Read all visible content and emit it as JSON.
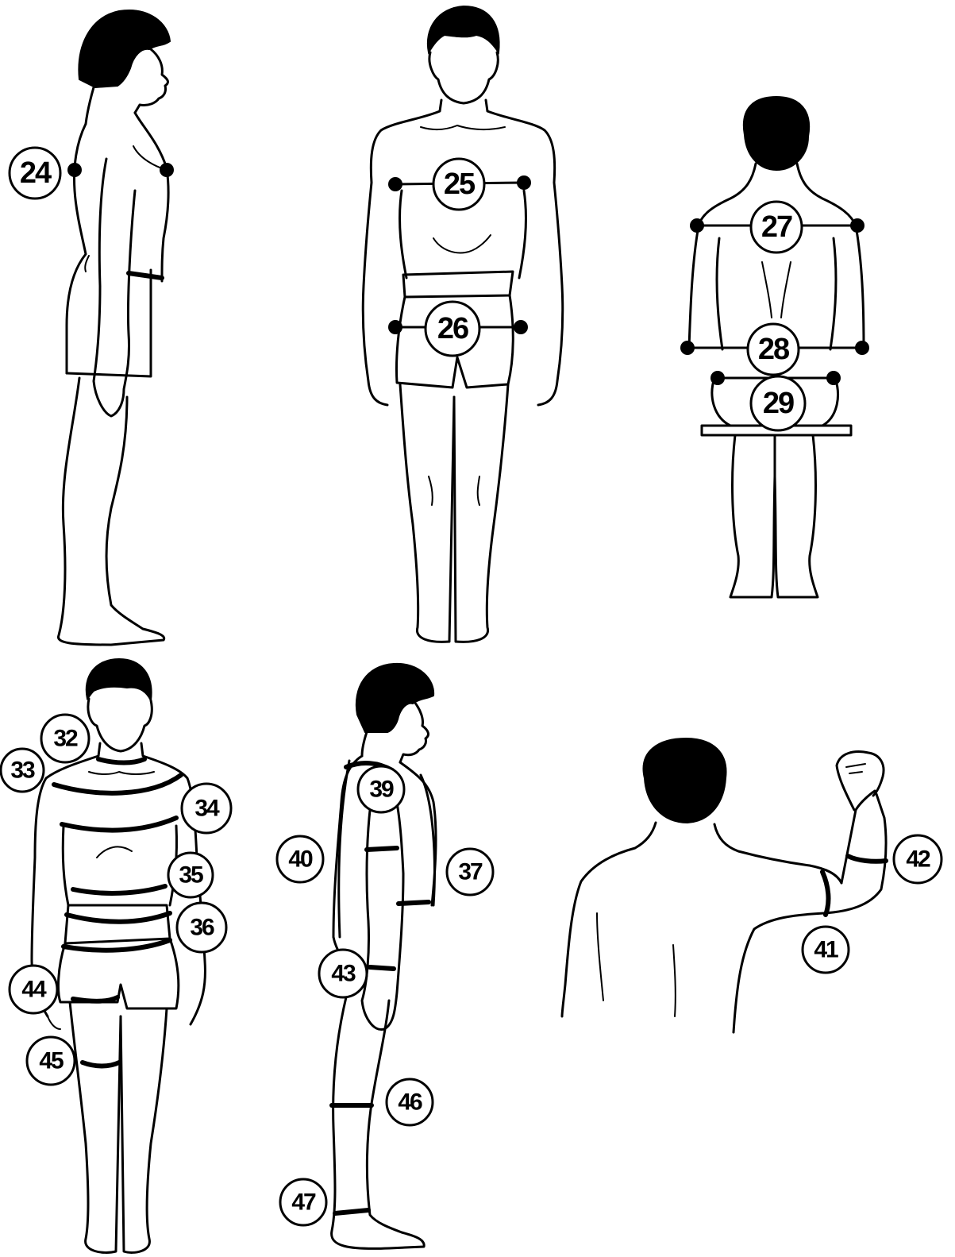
{
  "labels": {
    "m24": "24",
    "m25": "25",
    "m26": "26",
    "m27": "27",
    "m28": "28",
    "m29": "29",
    "m32": "32",
    "m33": "33",
    "m34": "34",
    "m35": "35",
    "m36": "36",
    "m37": "37",
    "m39": "39",
    "m40": "40",
    "m41": "41",
    "m42": "42",
    "m43": "43",
    "m44": "44",
    "m45": "45",
    "m46": "46",
    "m47": "47"
  }
}
